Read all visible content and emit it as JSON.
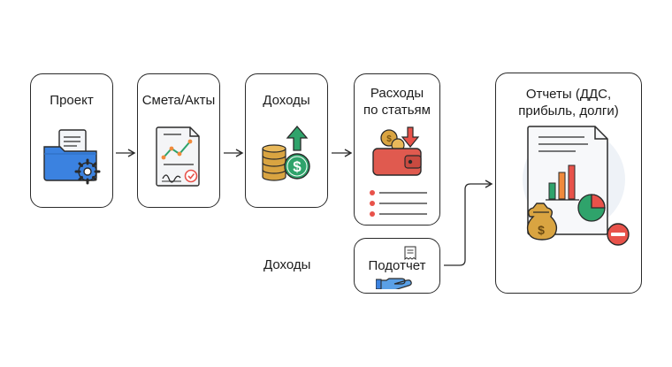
{
  "nodes": {
    "project": "Проект",
    "estimate": "Смета/Акты",
    "income": "Доходы",
    "expenses_line1": "Расходы",
    "expenses_line2": "по статьям",
    "accountable": "Подотчет",
    "reports_line1": "Отчеты (ДДС,",
    "reports_line2": "прибыль, долги)"
  },
  "labels": {
    "income_side": "Доходы"
  },
  "colors": {
    "border": "#2a2a2a",
    "folder_blue": "#3b82e0",
    "green": "#2fa36b",
    "red": "#e8524a",
    "gold": "#d9a441",
    "wallet_red": "#e05a4f",
    "chart_orange": "#f08a3c"
  },
  "icons": {
    "project": "folder-gear-icon",
    "estimate": "document-chart-signature-icon",
    "income": "coins-dollar-up-icon",
    "expenses": "wallet-coins-down-icon",
    "accountable": "hand-receipt-icon",
    "reports": "report-chart-moneybag-icon"
  }
}
